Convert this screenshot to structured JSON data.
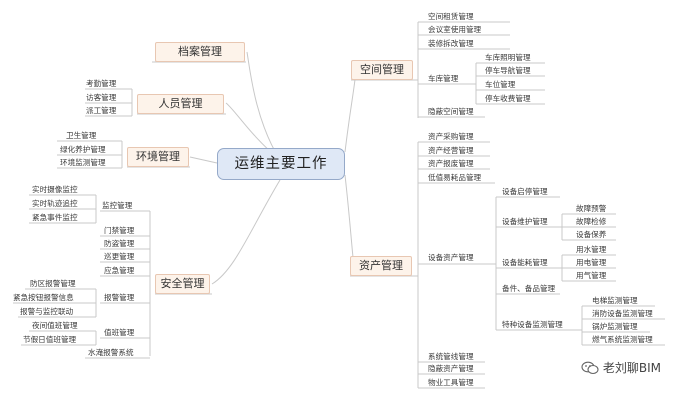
{
  "root": "运维主要工作",
  "branches": {
    "archives": {
      "title": "档案管理"
    },
    "personnel": {
      "title": "人员管理",
      "items": [
        "考勤管理",
        "访客管理",
        "派工管理"
      ]
    },
    "environment": {
      "title": "环境管理",
      "items": [
        "卫生管理",
        "绿化养护管理",
        "环境监测管理"
      ]
    },
    "security": {
      "title": "安全管理",
      "monitoring": {
        "title": "监控管理",
        "items": [
          "实时摄像监控",
          "实时轨迹追控",
          "紧急事件监控"
        ]
      },
      "plain": [
        "门禁管理",
        "防盗管理",
        "巡更管理",
        "应急管理"
      ],
      "alarm": {
        "title": "报警管理",
        "items": [
          "防区报警管理",
          "紧急按钮报警信息",
          "报警与监控联动"
        ]
      },
      "duty": {
        "title": "值班管理",
        "items": [
          "夜间值班管理",
          "节假日值班管理"
        ]
      },
      "water": "水淹报警系统"
    },
    "space": {
      "title": "空间管理",
      "items": [
        "空间租赁管理",
        "会议室使用管理",
        "装修拆改管理"
      ],
      "garage": {
        "title": "车库管理",
        "items": [
          "车库照明管理",
          "停车导航管理",
          "车位管理",
          "停车收费管理"
        ]
      },
      "hidden": "隐蔽空间管理"
    },
    "assets": {
      "title": "资产管理",
      "top": [
        "资产采购管理",
        "资产经营管理",
        "资产报废管理",
        "低值易耗品管理"
      ],
      "equipment": {
        "title": "设备资产管理",
        "startstop": "设备启停管理",
        "maintenance": {
          "title": "设备维护管理",
          "items": [
            "故障预警",
            "故障检修",
            "设备保养"
          ]
        },
        "energy": {
          "title": "设备能耗管理",
          "items": [
            "用水管理",
            "用电管理",
            "用气管理"
          ]
        },
        "parts": "备件、备品管理",
        "special": {
          "title": "特种设备监测管理",
          "items": [
            "电梯监测管理",
            "消防设备监测管理",
            "锅炉监测管理",
            "燃气系统监测管理"
          ]
        }
      },
      "bottom": [
        "系统管线管理",
        "隐蔽资产管理",
        "物业工具管理"
      ]
    }
  },
  "watermark": "老刘聊BIM"
}
